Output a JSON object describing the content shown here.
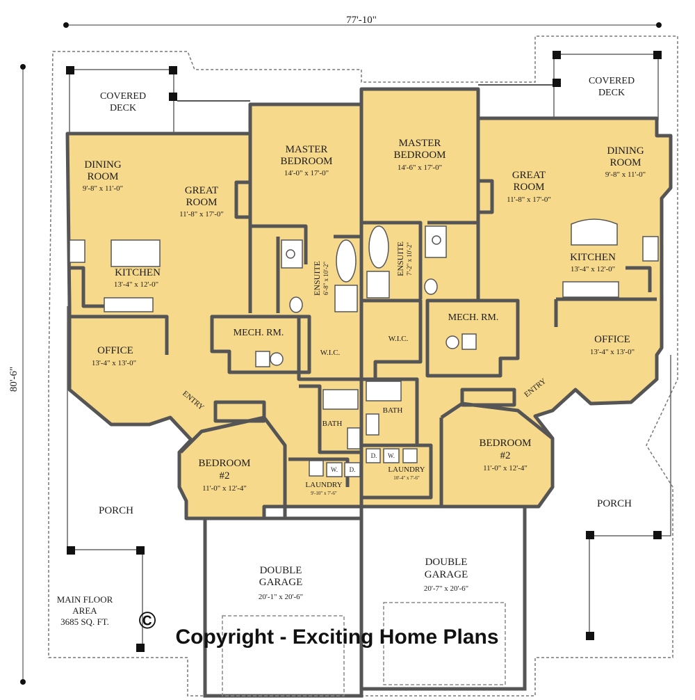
{
  "dimensions": {
    "width_label": "77'-10\"",
    "depth_label": "80'-6\""
  },
  "left_unit": {
    "covered_deck": {
      "name_line1": "COVERED",
      "name_line2": "DECK"
    },
    "dining_room": {
      "name_line1": "DINING",
      "name_line2": "ROOM",
      "size": "9'-8\" x 11'-0\""
    },
    "great_room": {
      "name_line1": "GREAT",
      "name_line2": "ROOM",
      "size": "11'-8\" x 17'-0\""
    },
    "master_bedroom": {
      "name_line1": "MASTER",
      "name_line2": "BEDROOM",
      "size": "14'-0\" x 17'-0\""
    },
    "kitchen": {
      "name": "KITCHEN",
      "size": "13'-4\" x 12'-0\""
    },
    "ensuite": {
      "name": "ENSUITE",
      "size": "6'-8\" x 10'-2\""
    },
    "mech_room": {
      "name": "MECH. RM."
    },
    "wic": {
      "name": "W.I.C."
    },
    "office": {
      "name": "OFFICE",
      "size": "13'-4\" x 13'-0\""
    },
    "entry": {
      "name": "ENTRY"
    },
    "bath": {
      "name": "BATH"
    },
    "bedroom2": {
      "name_line1": "BEDROOM",
      "name_line2": "#2",
      "size": "11'-0\" x 12'-4\""
    },
    "laundry": {
      "name": "LAUNDRY",
      "size": "9'-10\" x 7'-6\""
    },
    "porch": {
      "name": "PORCH"
    },
    "garage": {
      "name_line1": "DOUBLE",
      "name_line2": "GARAGE",
      "size": "20'-1\" x 20'-6\""
    },
    "washer": "W.",
    "dryer": "D."
  },
  "right_unit": {
    "covered_deck": {
      "name_line1": "COVERED",
      "name_line2": "DECK"
    },
    "dining_room": {
      "name_line1": "DINING",
      "name_line2": "ROOM",
      "size": "9'-8\" x 11'-0\""
    },
    "great_room": {
      "name_line1": "GREAT",
      "name_line2": "ROOM",
      "size": "11'-8\" x 17'-0\""
    },
    "master_bedroom": {
      "name_line1": "MASTER",
      "name_line2": "BEDROOM",
      "size": "14'-6\" x 17'-0\""
    },
    "kitchen": {
      "name": "KITCHEN",
      "size": "13'-4\" x 12'-0\""
    },
    "ensuite": {
      "name": "ENSUITE",
      "size": "7'-2\" x 10'-2\""
    },
    "mech_room": {
      "name": "MECH. RM."
    },
    "wic": {
      "name": "W.I.C."
    },
    "office": {
      "name": "OFFICE",
      "size": "13'-4\" x 13'-0\""
    },
    "entry": {
      "name": "ENTRY"
    },
    "bath": {
      "name": "BATH"
    },
    "bedroom2": {
      "name_line1": "BEDROOM",
      "name_line2": "#2",
      "size": "11'-0\" x 12'-4\""
    },
    "laundry": {
      "name": "LAUNDRY",
      "size": "10'-4\" x 7'-6\""
    },
    "porch": {
      "name": "PORCH"
    },
    "garage": {
      "name_line1": "DOUBLE",
      "name_line2": "GARAGE",
      "size": "20'-7\" x 20'-6\""
    },
    "washer": "W.",
    "dryer": "D."
  },
  "area": {
    "line1": "MAIN FLOOR",
    "line2": "AREA",
    "line3": "3685 SQ. FT."
  },
  "copyright": {
    "symbol": "©",
    "text": "Copyright - Exciting Home Plans"
  },
  "colors": {
    "room_fill": "#f7d98c",
    "wall": "#555555",
    "background": "#ffffff"
  }
}
